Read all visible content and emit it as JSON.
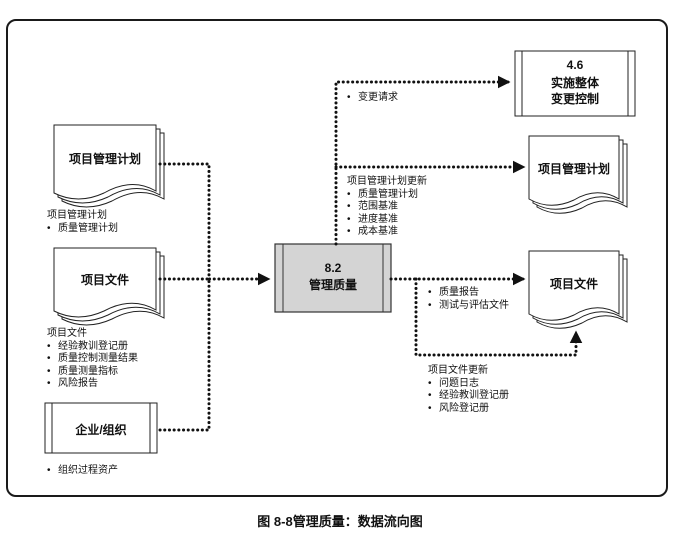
{
  "caption": "图 8-8管理质量：数据流向图",
  "center_process": {
    "number": "8.2",
    "name": "管理质量"
  },
  "inputs": {
    "project_plan": {
      "title": "项目管理计划",
      "detail_heading": "项目管理计划",
      "detail_items": [
        "质量管理计划"
      ]
    },
    "project_documents": {
      "title": "项目文件",
      "detail_heading": "项目文件",
      "detail_items": [
        "经验教训登记册",
        "质量控制测量结果",
        "质量测量指标",
        "风险报告"
      ]
    },
    "enterprise": {
      "title": "企业/组织",
      "detail_items": [
        "组织过程资产"
      ]
    }
  },
  "outputs": {
    "integrated_change": {
      "number": "4.6",
      "line1": "实施整体",
      "line2": "变更控制",
      "flow_items": [
        "变更请求"
      ]
    },
    "project_plan": {
      "title": "项目管理计划",
      "flow_heading": "项目管理计划更新",
      "flow_items": [
        "质量管理计划",
        "范围基准",
        "进度基准",
        "成本基准"
      ]
    },
    "project_documents": {
      "title": "项目文件",
      "flow_items": [
        "质量报告",
        "测试与评估文件"
      ]
    },
    "doc_updates": {
      "heading": "项目文件更新",
      "items": [
        "问题日志",
        "经验教训登记册",
        "风险登记册"
      ]
    }
  }
}
